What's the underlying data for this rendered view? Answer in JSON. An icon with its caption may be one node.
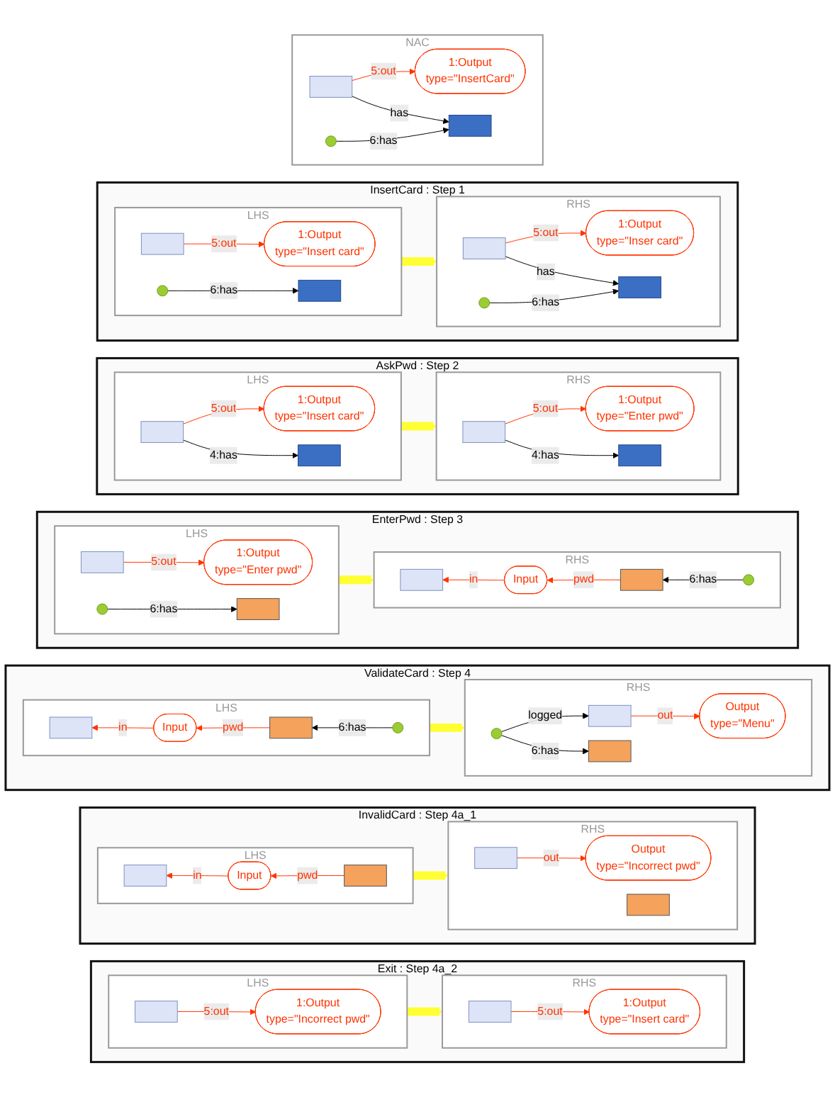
{
  "diagram": {
    "nodes": [
      {
        "text": [
          "NAC"
        ]
      },
      {
        "text": [],
        "shape": "box",
        "in": 0
      },
      {
        "text": [
          "1:Output",
          "type=\"InsertCard\""
        ],
        "in": 0
      },
      {
        "text": [],
        "shape": "box",
        "in": 0
      },
      {
        "text": [],
        "shape": "person",
        "in": 0
      },
      {
        "text": [
          "InsertCard : Step 1"
        ]
      },
      {
        "text": [
          "LHS"
        ],
        "in": 5
      },
      {
        "text": [],
        "shape": "box",
        "in": 6
      },
      {
        "text": [
          "1:Output",
          "type=\"Insert card\""
        ],
        "in": 6
      },
      {
        "text": [],
        "shape": "box",
        "in": 6
      },
      {
        "text": [],
        "shape": "person",
        "in": 6
      },
      {
        "text": [
          "RHS"
        ],
        "in": 5
      },
      {
        "text": [],
        "shape": "box",
        "in": 11
      },
      {
        "text": [
          "1:Output",
          "type=\"Inser card\""
        ],
        "in": 11
      },
      {
        "text": [],
        "shape": "box",
        "in": 11
      },
      {
        "text": [],
        "shape": "person",
        "in": 11
      },
      {
        "text": [
          "AskPwd : Step 2"
        ]
      },
      {
        "text": [
          "LHS"
        ],
        "in": 16
      },
      {
        "text": [],
        "shape": "box",
        "in": 17
      },
      {
        "text": [
          "1:Output",
          "type=\"Insert card\""
        ],
        "in": 17
      },
      {
        "text": [],
        "shape": "box",
        "in": 17
      },
      {
        "text": [
          "RHS"
        ],
        "in": 16
      },
      {
        "text": [],
        "shape": "box",
        "in": 21
      },
      {
        "text": [
          "1:Output",
          "type=\"Enter pwd\""
        ],
        "in": 21
      },
      {
        "text": [],
        "shape": "box",
        "in": 21
      },
      {
        "text": [
          "EnterPwd : Step 3"
        ]
      },
      {
        "text": [
          "LHS"
        ],
        "in": 25
      },
      {
        "text": [],
        "shape": "box",
        "in": 26
      },
      {
        "text": [
          "1:Output",
          "type=\"Enter pwd\""
        ],
        "in": 26
      },
      {
        "text": [],
        "shape": "person",
        "in": 26
      },
      {
        "text": [],
        "shape": "box",
        "in": 26
      },
      {
        "text": [
          "RHS"
        ],
        "in": 25
      },
      {
        "text": [],
        "shape": "box",
        "in": 31
      },
      {
        "text": [
          "Input"
        ],
        "in": 31
      },
      {
        "text": [],
        "shape": "person",
        "in": 31
      },
      {
        "text": [],
        "shape": "box",
        "in": 31
      },
      {
        "text": [
          "ValidateCard : Step 4"
        ]
      },
      {
        "text": [
          "LHS"
        ],
        "in": 36
      },
      {
        "text": [],
        "shape": "box",
        "in": 37
      },
      {
        "text": [
          "Input"
        ],
        "in": 37
      },
      {
        "text": [],
        "shape": "person",
        "in": 37
      },
      {
        "text": [],
        "shape": "box",
        "in": 37
      },
      {
        "text": [
          "RHS"
        ],
        "in": 36
      },
      {
        "text": [],
        "shape": "box",
        "in": 42
      },
      {
        "text": [
          "Output",
          "type=\"Menu\""
        ],
        "in": 42
      },
      {
        "text": [],
        "shape": "person",
        "in": 42
      },
      {
        "text": [],
        "shape": "box",
        "in": 42
      },
      {
        "text": [
          "InvalidCard : Step 4a_1"
        ]
      },
      {
        "text": [
          "LHS"
        ],
        "in": 47
      },
      {
        "text": [],
        "shape": "box",
        "in": 48
      },
      {
        "text": [
          "Input"
        ],
        "in": 48
      },
      {
        "text": [],
        "shape": "box",
        "in": 48
      },
      {
        "text": [
          "RHS"
        ],
        "in": 47
      },
      {
        "text": [],
        "shape": "box",
        "in": 52
      },
      {
        "text": [
          "Output",
          "type=\"Incorrect pwd\""
        ],
        "in": 52
      },
      {
        "text": [],
        "shape": "box",
        "in": 52
      },
      {
        "text": [
          "Exit : Step 4a_2"
        ]
      },
      {
        "text": [
          "LHS"
        ],
        "in": 56
      },
      {
        "text": [],
        "shape": "box",
        "in": 57
      },
      {
        "text": [
          "1:Output",
          "type=\"Incorrect pwd\""
        ],
        "in": 57
      },
      {
        "text": [
          "RHS"
        ],
        "in": 56
      },
      {
        "text": [],
        "shape": "box",
        "in": 60
      },
      {
        "text": [
          "1:Output",
          "type=\"Insert card\""
        ],
        "in": 60
      }
    ],
    "edges": [
      {
        "from": 1,
        "to": 2,
        "arrow": "to",
        "label": "5:out"
      },
      {
        "from": 1,
        "to": 3,
        "arrow": "to",
        "label": "has",
        "color": "#000000"
      },
      {
        "from": 4,
        "to": 3,
        "arrow": "to",
        "label": "6:has",
        "color": "#000000"
      },
      {
        "from": 7,
        "to": 8,
        "arrow": "to",
        "label": "5:out"
      },
      {
        "from": 10,
        "to": 9,
        "arrow": "to",
        "label": "6:has",
        "color": "#000000"
      },
      {
        "from": 6,
        "to": 11,
        "arrow": "to",
        "style": "thick",
        "color": "#ffff33"
      },
      {
        "from": 12,
        "to": 13,
        "arrow": "to",
        "label": "5:out"
      },
      {
        "from": 12,
        "to": 14,
        "arrow": "to",
        "label": "has",
        "color": "#000000"
      },
      {
        "from": 15,
        "to": 14,
        "arrow": "to",
        "label": "6:has",
        "color": "#000000"
      },
      {
        "from": 18,
        "to": 19,
        "arrow": "to",
        "label": "5:out"
      },
      {
        "from": 18,
        "to": 20,
        "arrow": "to",
        "label": "4:has",
        "color": "#000000"
      },
      {
        "from": 17,
        "to": 21,
        "arrow": "to",
        "style": "thick",
        "color": "#ffff33"
      },
      {
        "from": 22,
        "to": 23,
        "arrow": "to",
        "label": "5:out"
      },
      {
        "from": 22,
        "to": 24,
        "arrow": "to",
        "label": "4:has",
        "color": "#000000"
      },
      {
        "from": 27,
        "to": 28,
        "arrow": "to",
        "label": "5:out"
      },
      {
        "from": 29,
        "to": 30,
        "arrow": "to",
        "label": "6:has",
        "color": "#000000"
      },
      {
        "from": 26,
        "to": 31,
        "arrow": "to",
        "style": "thick",
        "color": "#ffff33"
      },
      {
        "from": 33,
        "to": 32,
        "arrow": "to",
        "label": "in"
      },
      {
        "from": 35,
        "to": 33,
        "arrow": "to",
        "label": "pwd"
      },
      {
        "from": 34,
        "to": 35,
        "arrow": "to",
        "label": "6:has",
        "color": "#000000"
      },
      {
        "from": 39,
        "to": 38,
        "arrow": "to",
        "label": "in"
      },
      {
        "from": 41,
        "to": 39,
        "arrow": "to",
        "label": "pwd"
      },
      {
        "from": 40,
        "to": 41,
        "arrow": "to",
        "label": "6:has",
        "color": "#000000"
      },
      {
        "from": 37,
        "to": 42,
        "arrow": "to",
        "style": "thick",
        "color": "#ffff33"
      },
      {
        "from": 43,
        "to": 44,
        "arrow": "to",
        "label": "out"
      },
      {
        "from": 45,
        "to": 43,
        "arrow": "to",
        "label": "logged",
        "color": "#000000"
      },
      {
        "from": 45,
        "to": 46,
        "arrow": "to",
        "label": "6:has",
        "color": "#000000"
      },
      {
        "from": 50,
        "to": 49,
        "arrow": "to",
        "label": "in"
      },
      {
        "from": 51,
        "to": 50,
        "arrow": "to",
        "label": "pwd"
      },
      {
        "from": 48,
        "to": 52,
        "arrow": "to",
        "style": "thick",
        "color": "#ffff33"
      },
      {
        "from": 53,
        "to": 54,
        "arrow": "to",
        "label": "out"
      },
      {
        "from": 58,
        "to": 59,
        "arrow": "to",
        "label": "5:out"
      },
      {
        "from": 57,
        "to": 60,
        "arrow": "to",
        "style": "thick",
        "color": "#ffff33"
      },
      {
        "from": 61,
        "to": 62,
        "arrow": "to",
        "label": "5:out"
      }
    ]
  }
}
